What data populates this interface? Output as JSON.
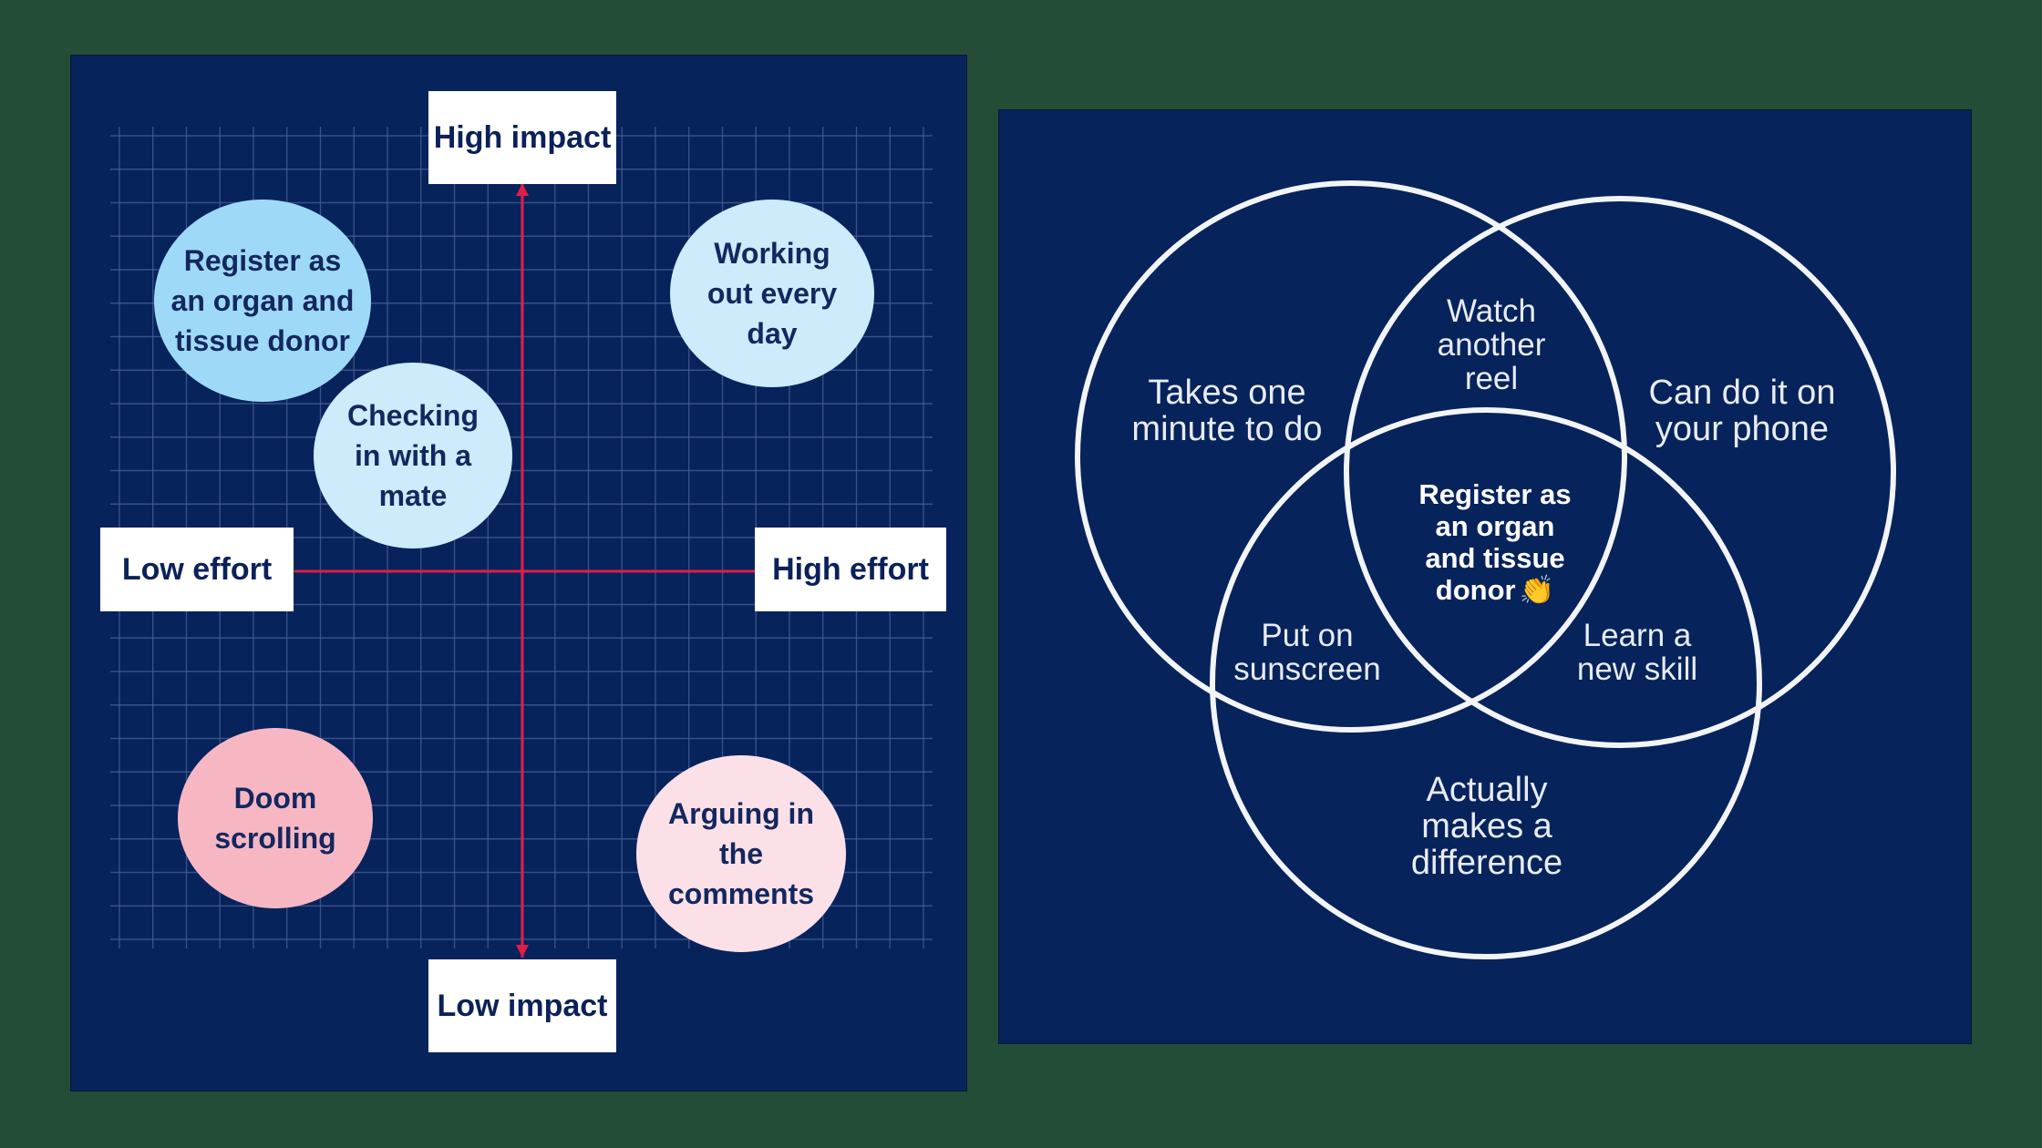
{
  "matrix": {
    "axes": {
      "high_impact": "High impact",
      "low_impact": "Low impact",
      "low_effort": "Low effort",
      "high_effort": "High effort"
    },
    "items": {
      "organ_donor": "Register as an organ and tissue donor",
      "working_out": "Working out every day",
      "checking_in": "Checking in with a mate",
      "doom_scrolling": "Doom scrolling",
      "arguing": "Arguing in the comments"
    },
    "colors": {
      "background": "#06235c",
      "axis": "#e11d48",
      "bubble_blue": "#9edaf8",
      "bubble_light_blue": "#ccebfb",
      "bubble_pink": "#f6b7c3",
      "bubble_light_pink": "#fbe1e7"
    }
  },
  "venn": {
    "circles": {
      "top_left": "Takes one\nminute to do",
      "top_right": "Can do it on\nyour phone",
      "bottom": "Actually\nmakes a\ndifference"
    },
    "intersections": {
      "left_right": "Watch\nanother\nreel",
      "left_bottom": "Put on\nsunscreen",
      "right_bottom": "Learn a\nnew skill",
      "center": "Register as\nan organ\nand tissue\ndonor",
      "center_emoji": "👏"
    },
    "colors": {
      "background": "#06235c",
      "outline": "#f3f4f6"
    }
  }
}
